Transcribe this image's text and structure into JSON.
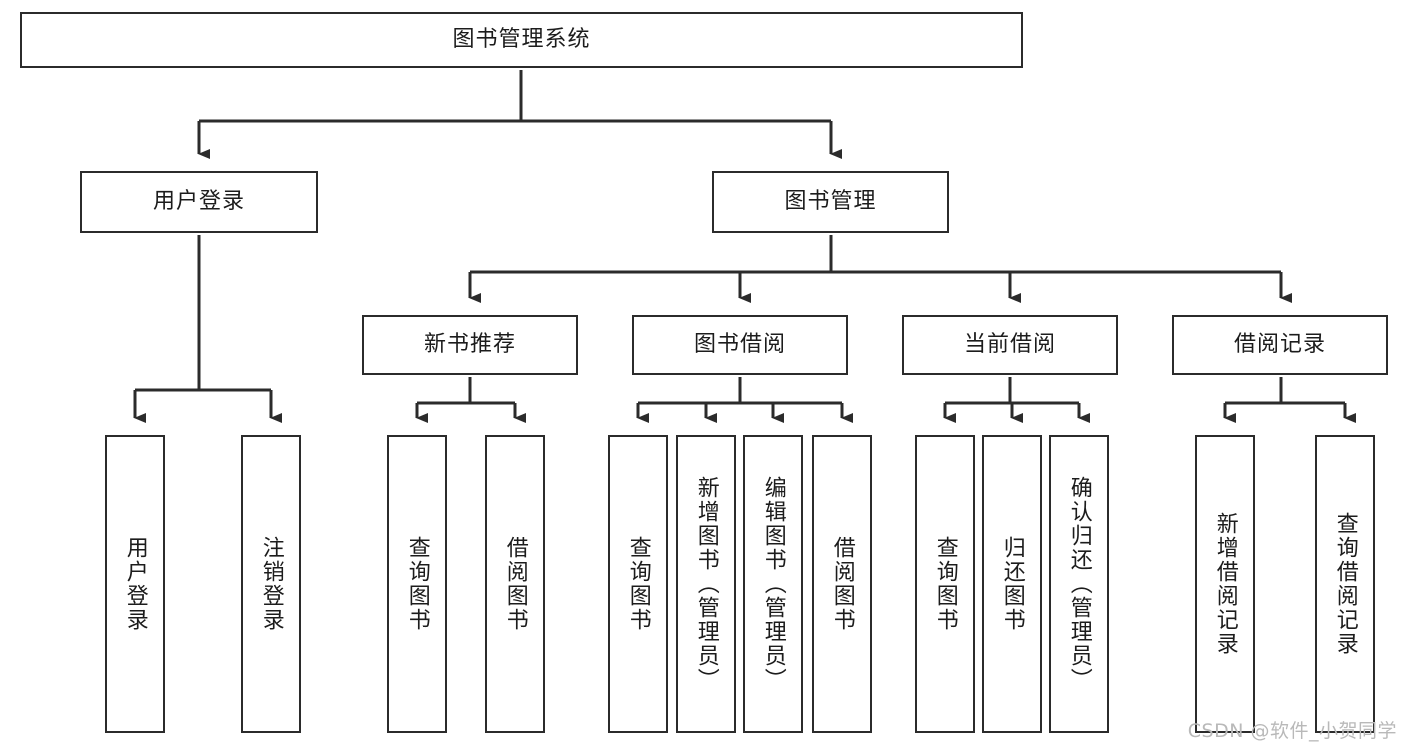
{
  "diagram": {
    "type": "tree",
    "title": "图书管理系统",
    "root": {
      "id": "root",
      "label": "图书管理系统"
    },
    "level2": [
      {
        "id": "user-login",
        "label": "用户登录"
      },
      {
        "id": "book-manage",
        "label": "图书管理"
      }
    ],
    "level3": [
      {
        "id": "new-book-recommend",
        "label": "新书推荐",
        "parent": "book-manage"
      },
      {
        "id": "book-borrow",
        "label": "图书借阅",
        "parent": "book-manage"
      },
      {
        "id": "current-borrow",
        "label": "当前借阅",
        "parent": "book-manage"
      },
      {
        "id": "borrow-record",
        "label": "借阅记录",
        "parent": "book-manage"
      }
    ],
    "leaves": [
      {
        "id": "leaf-user-login",
        "label": "用户登录",
        "parent": "user-login"
      },
      {
        "id": "leaf-user-logout",
        "label": "注销登录",
        "parent": "user-login"
      },
      {
        "id": "leaf-query-book-1",
        "label": "查询图书",
        "parent": "new-book-recommend"
      },
      {
        "id": "leaf-borrow-book-1",
        "label": "借阅图书",
        "parent": "new-book-recommend"
      },
      {
        "id": "leaf-query-book-2",
        "label": "查询图书",
        "parent": "book-borrow"
      },
      {
        "id": "leaf-add-book",
        "label": "新增图书（管理员）",
        "parent": "book-borrow"
      },
      {
        "id": "leaf-edit-book",
        "label": "编辑图书（管理员）",
        "parent": "book-borrow"
      },
      {
        "id": "leaf-borrow-book-2",
        "label": "借阅图书",
        "parent": "book-borrow"
      },
      {
        "id": "leaf-query-book-3",
        "label": "查询图书",
        "parent": "current-borrow"
      },
      {
        "id": "leaf-return-book",
        "label": "归还图书",
        "parent": "current-borrow"
      },
      {
        "id": "leaf-confirm-return",
        "label": "确认归还（管理员）",
        "parent": "current-borrow"
      },
      {
        "id": "leaf-add-record",
        "label": "新增借阅记录",
        "parent": "borrow-record"
      },
      {
        "id": "leaf-query-record",
        "label": "查询借阅记录",
        "parent": "borrow-record"
      }
    ],
    "colors": {
      "stroke": "#2b2b2b",
      "fill": "#ffffff",
      "text": "#1c1c1c",
      "watermark": "#b9b9b9"
    }
  },
  "watermark": {
    "text": "CSDN @软件_小贺同学"
  }
}
